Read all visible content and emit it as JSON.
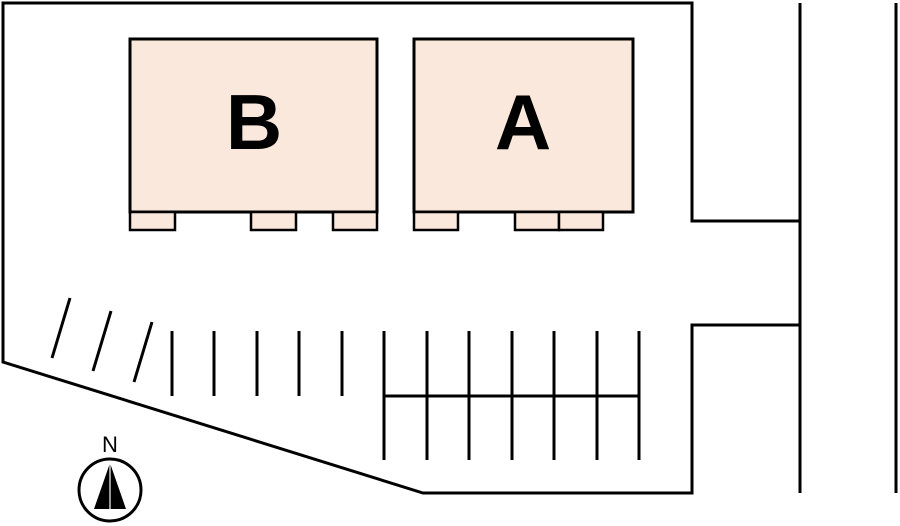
{
  "buildings": {
    "b": {
      "label": "B"
    },
    "a": {
      "label": "A"
    }
  },
  "compass": {
    "label": "N"
  },
  "colors": {
    "building_fill": "#fbe8dc",
    "line": "#000000",
    "background": "#ffffff"
  },
  "parking": {
    "angled_stalls": 3,
    "upper_row_stalls": 12,
    "lower_row_stalls": 7
  }
}
